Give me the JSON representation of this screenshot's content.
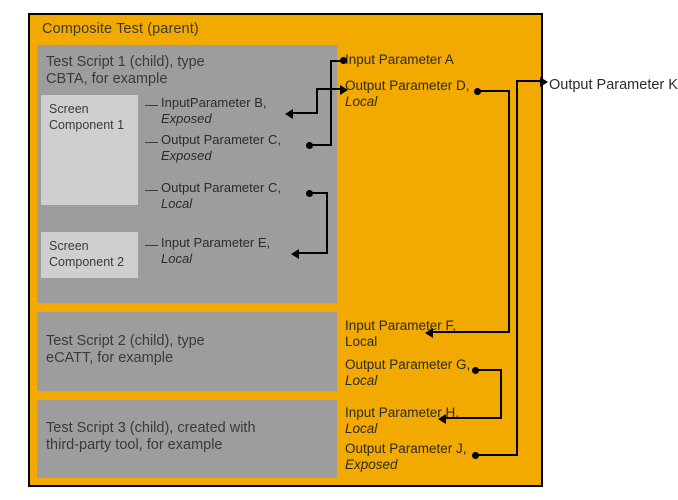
{
  "diagram": {
    "title": "Composite Test (parent)",
    "colors": {
      "parent_bg": "#F2A900",
      "script_bg": "#9D9D9D",
      "component_bg": "#CFCFCF",
      "connector": "#000000",
      "page_bg": "#FFFFFF"
    },
    "scripts": [
      {
        "id": "script1",
        "label": "Test Script 1 (child), type\nCBTA, for example"
      },
      {
        "id": "script2",
        "label": "Test Script 2 (child), type\neCATT, for example"
      },
      {
        "id": "script3",
        "label": "Test Script 3 (child), created with\nthird-party tool, for example"
      }
    ],
    "components": [
      {
        "id": "sc1",
        "label": "Screen\nComponent 1"
      },
      {
        "id": "sc2",
        "label": "Screen\nComponent 2"
      }
    ],
    "script1_params": [
      {
        "name": "InputParameter B,",
        "scope": "Exposed",
        "scope_italic": true
      },
      {
        "name": "Output Parameter C,",
        "scope": "Exposed",
        "scope_italic": true
      },
      {
        "name": "Output Parameter C,",
        "scope": "Local",
        "scope_italic": true
      },
      {
        "name": "Input Parameter E,",
        "scope": "Local",
        "scope_italic": true
      }
    ],
    "composite_params": [
      {
        "name": "Input Parameter A",
        "scope": "",
        "scope_italic": false
      },
      {
        "name": "Output Parameter D,",
        "scope": "Local",
        "scope_italic": true
      },
      {
        "name": "Input Parameter F,",
        "scope": "Local",
        "scope_italic": false
      },
      {
        "name": "Output Parameter G,",
        "scope": "Local",
        "scope_italic": true
      },
      {
        "name": "Input Parameter H,",
        "scope": "Local",
        "scope_italic": true
      },
      {
        "name": "Output Parameter J,",
        "scope": "Exposed",
        "scope_italic": true
      }
    ],
    "external_params": [
      {
        "name": "Output Parameter K"
      }
    ],
    "dash": "—"
  }
}
